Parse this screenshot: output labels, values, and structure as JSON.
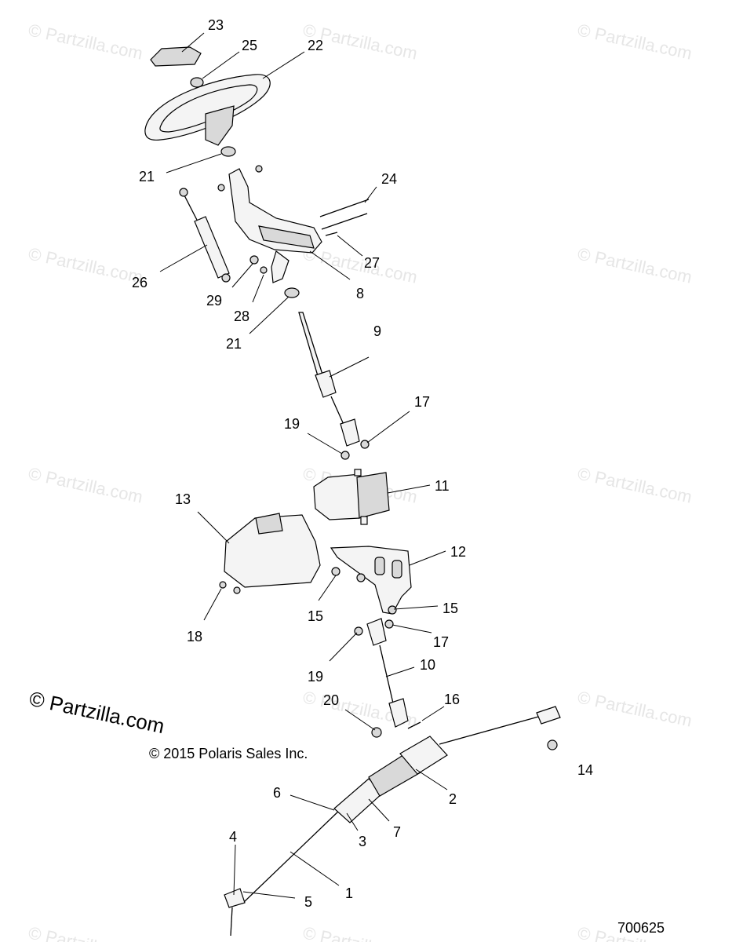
{
  "watermark": {
    "text": "© Partzilla.com"
  },
  "brand_mark": "© Partzilla.com",
  "copyright": "© 2015 Polaris Sales Inc.",
  "figure_number": "700625",
  "callouts": {
    "c23": "23",
    "c25": "25",
    "c22": "22",
    "c21a": "21",
    "c24": "24",
    "c26": "26",
    "c27": "27",
    "c29": "29",
    "c8": "8",
    "c28": "28",
    "c21b": "21",
    "c9": "9",
    "c17a": "17",
    "c19a": "19",
    "c11": "11",
    "c13": "13",
    "c12": "12",
    "c15a": "15",
    "c15b": "15",
    "c18": "18",
    "c17b": "17",
    "c19b": "19",
    "c10": "10",
    "c20": "20",
    "c16": "16",
    "c14": "14",
    "c2": "2",
    "c6": "6",
    "c7": "7",
    "c3": "3",
    "c4": "4",
    "c1": "1",
    "c5": "5"
  }
}
